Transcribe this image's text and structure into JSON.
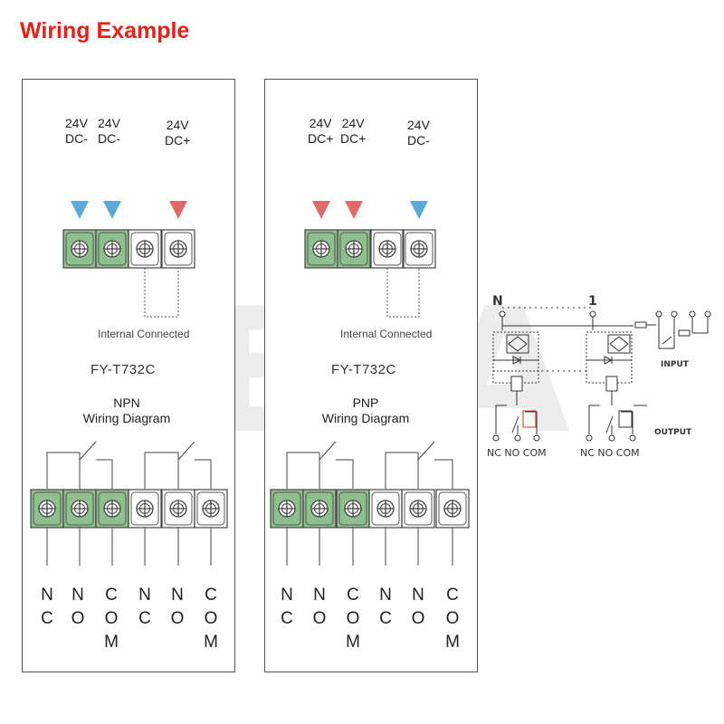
{
  "title": "Wiring Example",
  "watermark": "GEYA",
  "npn": {
    "inputs": [
      {
        "line1": "24V",
        "line2": "DC-"
      },
      {
        "line1": "24V",
        "line2": "DC-"
      },
      {
        "line1": "24V",
        "line2": "DC+"
      }
    ],
    "internal": "Internal Connected",
    "model": "FY-T732C",
    "diag_line1": "NPN",
    "diag_line2": "Wiring Diagram",
    "terminals": [
      "NC",
      "NO",
      "COM",
      "NC",
      "NO",
      "COM"
    ]
  },
  "pnp": {
    "inputs": [
      {
        "line1": "24V",
        "line2": "DC+"
      },
      {
        "line1": "24V",
        "line2": "DC+"
      },
      {
        "line1": "24V",
        "line2": "DC-"
      }
    ],
    "internal": "Internal Connected",
    "model": "FY-T732C",
    "diag_line1": "PNP",
    "diag_line2": "Wiring Diagram",
    "terminals": [
      "NC",
      "NO",
      "COM",
      "NC",
      "NO",
      "COM"
    ]
  },
  "schematic": {
    "top_left": "N",
    "top_right": "1",
    "input": "INPUT",
    "output": "OUTPUT",
    "left_terms": "NC  NO  COM",
    "right_terms": "NC  NO  COM"
  },
  "colors": {
    "title": "#e2231a",
    "green": "#8fbf8f",
    "blue_arrow": "#5aa7d8",
    "red_arrow": "#e06a6a"
  }
}
